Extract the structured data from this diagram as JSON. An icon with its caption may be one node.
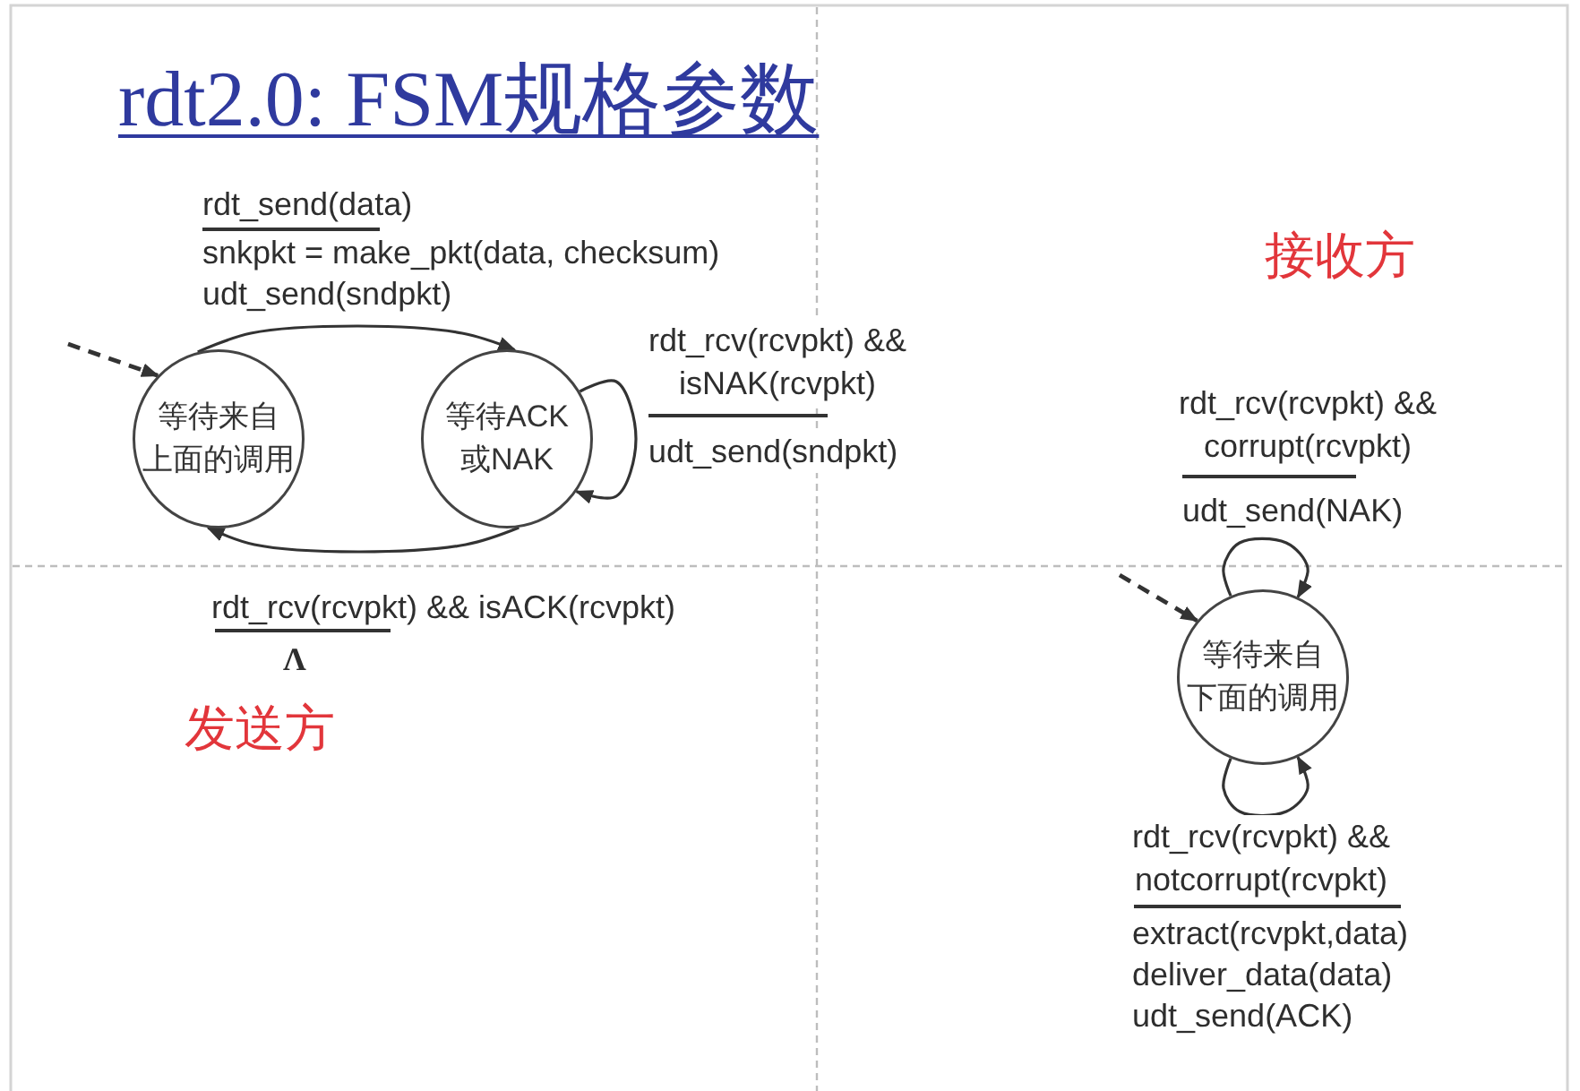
{
  "diagram": {
    "title": "rdt2.0: FSM规格参数",
    "nodes": [
      {
        "text": [
          "等待来自上面的调用"
        ]
      },
      {
        "text": [
          "等待ACK或NAK"
        ]
      },
      {
        "text": [
          "等待来自下面的调用"
        ]
      }
    ],
    "edges": [
      {
        "from": null,
        "to": 0,
        "arrow": "to",
        "style": "dashed"
      },
      {
        "from": 0,
        "to": 1,
        "arrow": "to",
        "label": "rdt_send(data)"
      },
      {
        "from": 1,
        "to": 1,
        "arrow": "to",
        "label": "rdt_rcv(rcvpkt) && isNAK(rcvpkt)"
      },
      {
        "from": 1,
        "to": 0,
        "arrow": "to",
        "label": "rdt_rcv(rcvpkt) && isACK(rcvpkt)"
      },
      {
        "from": null,
        "to": 2,
        "arrow": "to",
        "style": "dashed"
      },
      {
        "from": 2,
        "to": 2,
        "arrow": "to",
        "label": "rdt_rcv(rcvpkt) && corrupt(rcvpkt)"
      },
      {
        "from": 2,
        "to": 2,
        "arrow": "to",
        "label": "rdt_rcv(rcvpkt) && notcorrupt(rcvpkt)"
      }
    ],
    "labels": [
      "snkpkt = make_pkt(data, checksum) udt_send(sndpkt)",
      "接收方",
      "udt_send(sndpkt)",
      "udt_send(NAK)",
      "Λ",
      "发送方",
      "extract(rcvpkt,data) deliver_data(data) udt_send(ACK)"
    ]
  }
}
